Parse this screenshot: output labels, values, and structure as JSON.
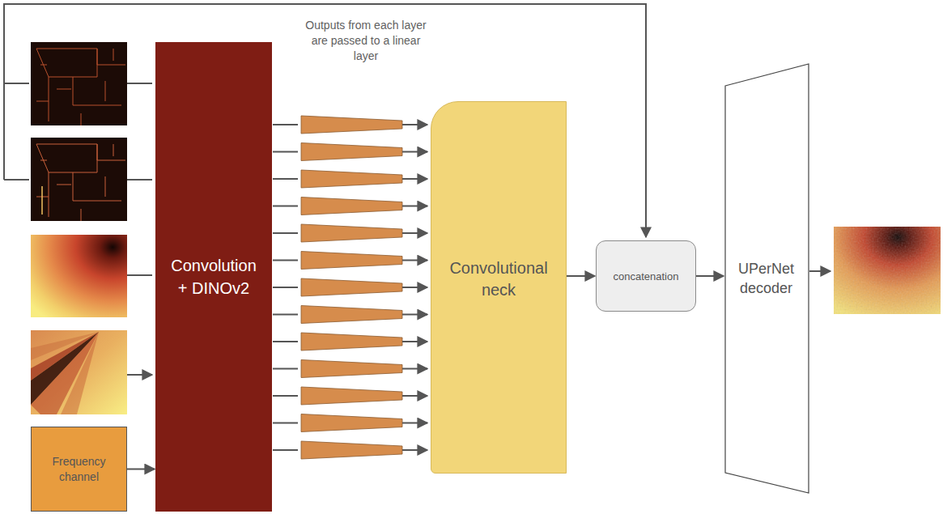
{
  "diagram": {
    "nodes": [
      {
        "text": [
          "Convolution + DINOv2"
        ]
      },
      {
        "text": [
          "Convolutional neck"
        ]
      },
      {
        "text": [
          "concatenation"
        ]
      },
      {
        "text": [
          "UPerNet decoder"
        ]
      },
      {
        "text": [
          "Frequency channel"
        ]
      }
    ],
    "edges": [
      {
        "from": 4,
        "to": 0,
        "arrow": "to"
      },
      {
        "from": 1,
        "to": 2,
        "arrow": "to"
      },
      {
        "from": 2,
        "to": 3,
        "arrow": "to"
      }
    ],
    "labels": [
      "Outputs from each layer are passed to a linear layer"
    ]
  }
}
